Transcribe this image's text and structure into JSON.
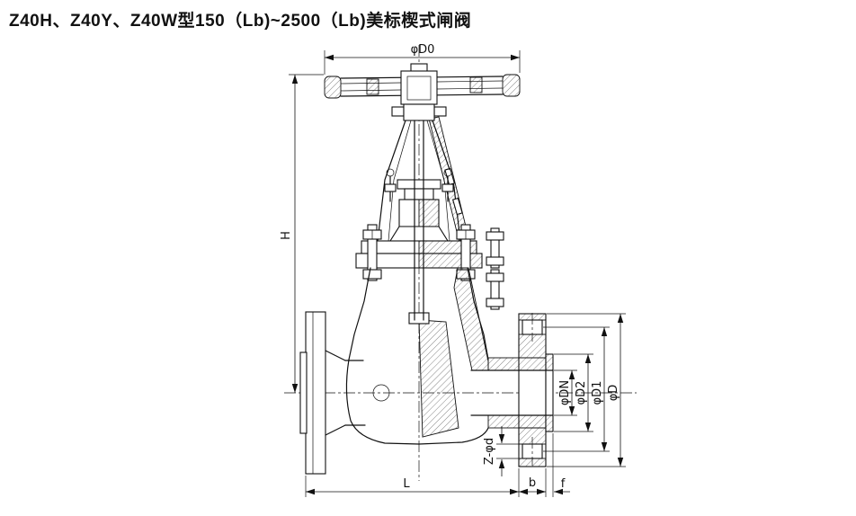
{
  "title": "Z40H、Z40Y、Z40W型150（Lb)~2500（Lb)美标楔式闸阀",
  "dims": {
    "d0": "φD0",
    "h": "H",
    "dn": "φDN",
    "d2": "φD2",
    "d1": "φD1",
    "d": "φD",
    "zd": "Z-φd",
    "l": "L",
    "b": "b",
    "f": "f"
  },
  "colors": {
    "line": "#111111",
    "background": "#ffffff"
  }
}
